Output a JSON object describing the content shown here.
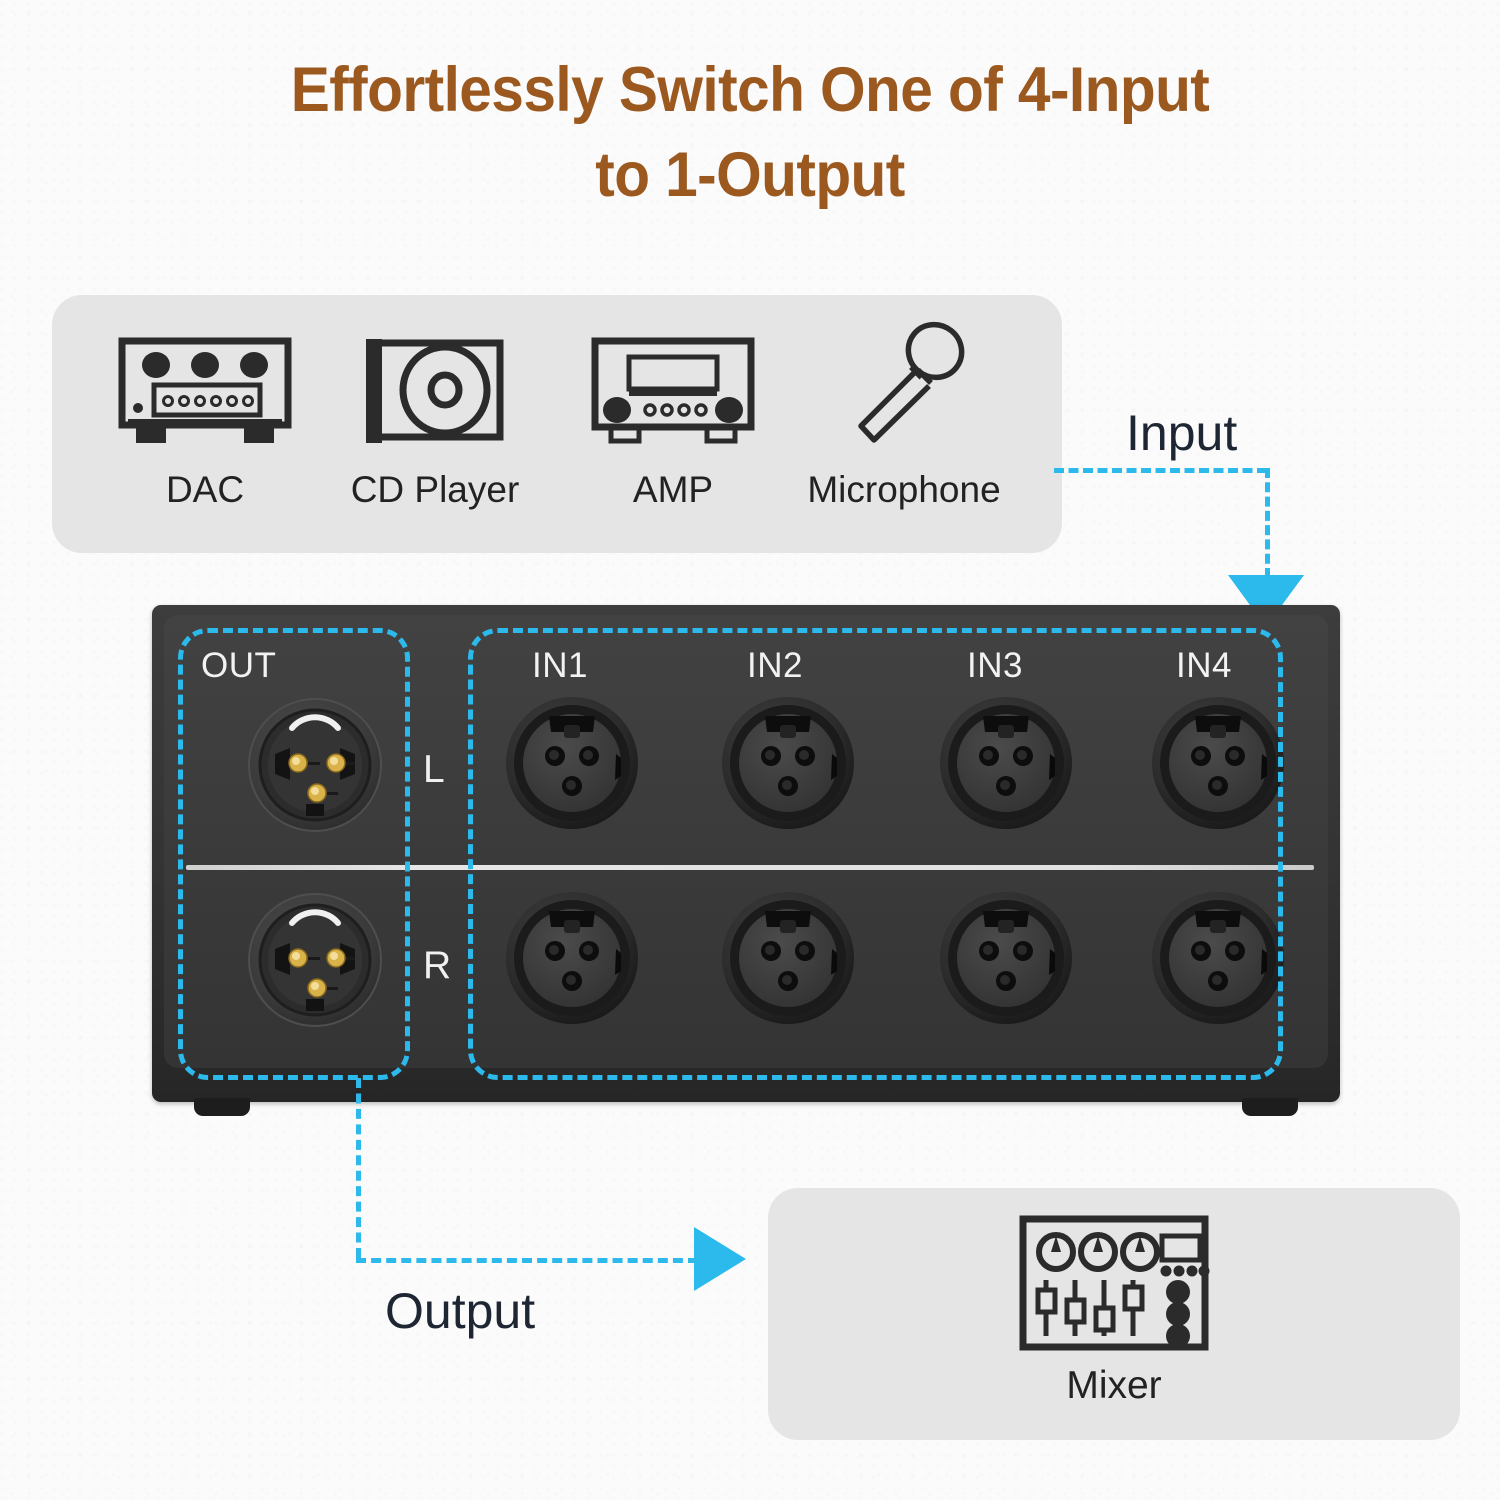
{
  "title": "Effortlessly Switch One of 4-Input\nto 1-Output",
  "colors": {
    "title": "#9C591F",
    "accent_cyan": "#2CB9EC",
    "panel_gray": "#E5E5E5",
    "device_body": "#3B3B3B",
    "flow_label": "#1E2633",
    "page_background": "#FAFAFA"
  },
  "sources": {
    "items": [
      {
        "label": "DAC",
        "icon": "dac-icon"
      },
      {
        "label": "CD Player",
        "icon": "cd-player-icon"
      },
      {
        "label": "AMP",
        "icon": "amp-icon"
      },
      {
        "label": "Microphone",
        "icon": "microphone-icon"
      }
    ]
  },
  "flow": {
    "input_label": "Input",
    "output_label": "Output"
  },
  "device": {
    "output_group_label": "OUT",
    "input_group_labels": [
      "IN1",
      "IN2",
      "IN3",
      "IN4"
    ],
    "channel_labels": {
      "top": "L",
      "bottom": "R"
    },
    "output_connector_type": "male-xlr",
    "input_connector_type": "female-xlr"
  },
  "destination": {
    "label": "Mixer",
    "icon": "mixer-icon"
  }
}
